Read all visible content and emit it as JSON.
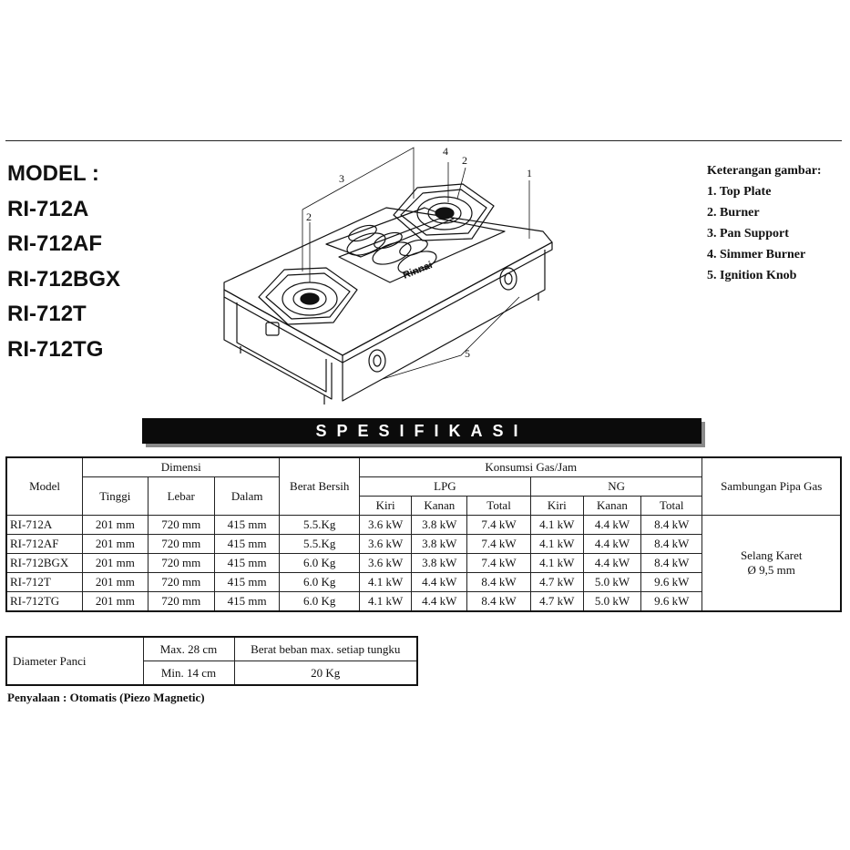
{
  "models": {
    "heading": "MODEL :",
    "list": [
      "RI-712A",
      "RI-712AF",
      "RI-712BGX",
      "RI-712T",
      "RI-712TG"
    ]
  },
  "legend": {
    "title": "Keterangan gambar:",
    "items": [
      "1. Top Plate",
      "2. Burner",
      "3. Pan Support",
      "4. Simmer Burner",
      "5. Ignition Knob"
    ]
  },
  "diagram": {
    "callouts": [
      "1",
      "2",
      "2",
      "3",
      "4",
      "5"
    ],
    "brand": "Rinnai"
  },
  "spec_title": "SPESIFIKASI",
  "spec_table": {
    "h_model": "Model",
    "h_dimensi": "Dimensi",
    "h_tinggi": "Tinggi",
    "h_lebar": "Lebar",
    "h_dalam": "Dalam",
    "h_berat": "Berat Bersih",
    "h_konsumsi": "Konsumsi Gas/Jam",
    "h_lpg": "LPG",
    "h_ng": "NG",
    "h_kiri": "Kiri",
    "h_kanan": "Kanan",
    "h_total": "Total",
    "h_sambungan": "Sambungan Pipa Gas",
    "sambungan_line1": "Selang Karet",
    "sambungan_line2": "Ø 9,5 mm",
    "rows": [
      [
        "RI-712A",
        "201 mm",
        "720 mm",
        "415 mm",
        "5.5.Kg",
        "3.6 kW",
        "3.8 kW",
        "7.4 kW",
        "4.1 kW",
        "4.4 kW",
        "8.4 kW"
      ],
      [
        "RI-712AF",
        "201 mm",
        "720 mm",
        "415 mm",
        "5.5.Kg",
        "3.6 kW",
        "3.8 kW",
        "7.4 kW",
        "4.1 kW",
        "4.4 kW",
        "8.4 kW"
      ],
      [
        "RI-712BGX",
        "201 mm",
        "720 mm",
        "415 mm",
        "6.0 Kg",
        "3.6 kW",
        "3.8 kW",
        "7.4 kW",
        "4.1 kW",
        "4.4 kW",
        "8.4 kW"
      ],
      [
        "RI-712T",
        "201 mm",
        "720 mm",
        "415 mm",
        "6.0 Kg",
        "4.1 kW",
        "4.4 kW",
        "8.4 kW",
        "4.7 kW",
        "5.0 kW",
        "9.6 kW"
      ],
      [
        "RI-712TG",
        "201 mm",
        "720 mm",
        "415 mm",
        "6.0 Kg",
        "4.1 kW",
        "4.4 kW",
        "8.4 kW",
        "4.7 kW",
        "5.0 kW",
        "9.6 kW"
      ]
    ]
  },
  "pan_table": {
    "label": "Diameter Panci",
    "max": "Max. 28 cm",
    "min": "Min. 14 cm",
    "load_label": "Berat beban max. setiap tungku",
    "load_value": "20 Kg"
  },
  "ignition": "Penyalaan : Otomatis (Piezo Magnetic)"
}
